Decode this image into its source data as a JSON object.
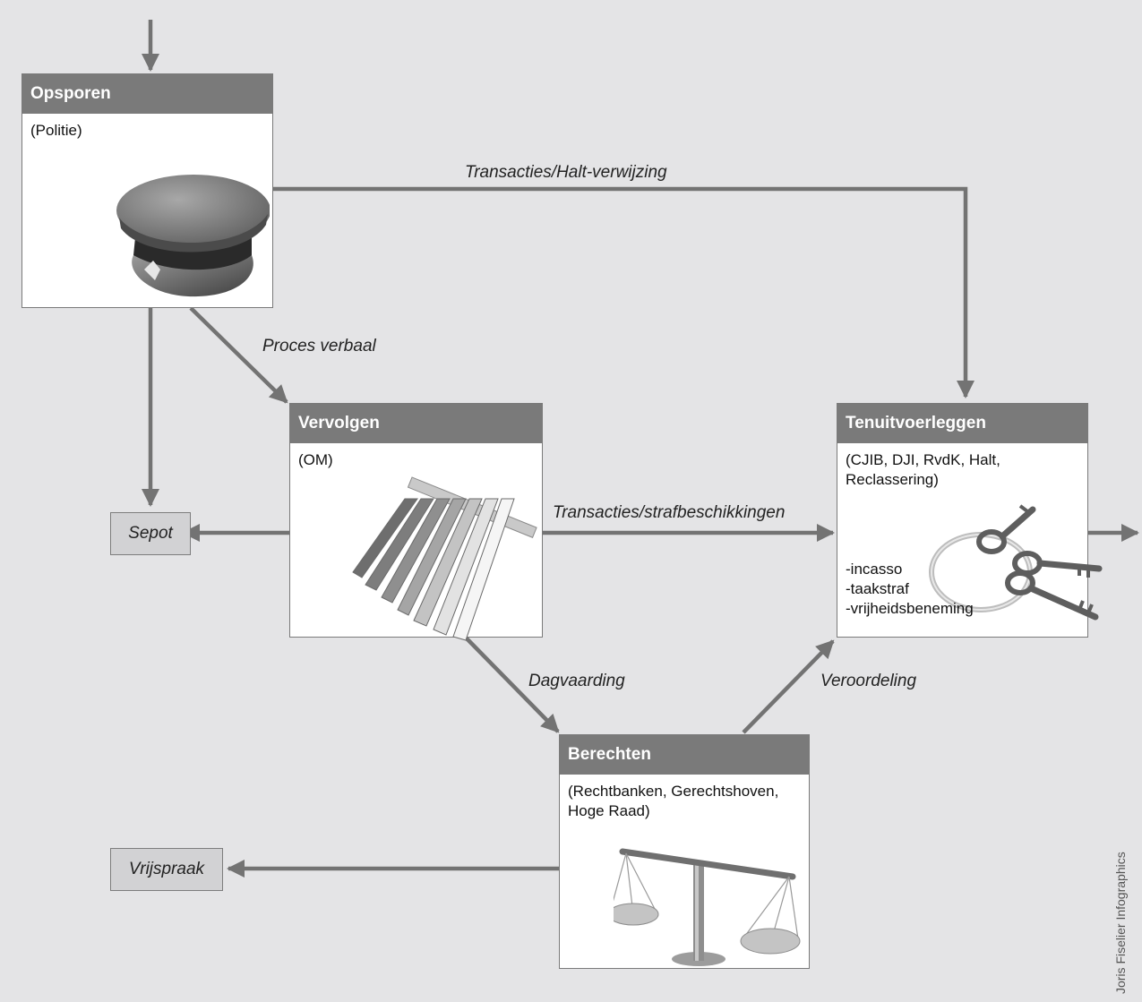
{
  "stages": {
    "opsporen": {
      "title": "Opsporen",
      "actor": "(Politie)"
    },
    "vervolgen": {
      "title": "Vervolgen",
      "actor": "(OM)"
    },
    "tenuitvoerleggen": {
      "title": "Tenuitvoerleggen",
      "actor": "(CJIB, DJI, RvdK, Halt,\nReclassering)",
      "items": "-incasso\n-taakstraf\n-vrijheidsbeneming"
    },
    "berechten": {
      "title": "Berechten",
      "actor": "(Rechtbanken, Gerechtshoven,\nHoge Raad)"
    }
  },
  "outcomes": {
    "sepot": "Sepot",
    "vrijspraak": "Vrijspraak"
  },
  "flows": {
    "transacties_halt": "Transacties/Halt-verwijzing",
    "proces_verbaal": "Proces verbaal",
    "transacties_straf": "Transacties/strafbeschikkingen",
    "dagvaarding": "Dagvaarding",
    "veroordeling": "Veroordeling"
  },
  "credit": "Joris Fiselier Infographics",
  "icons": {
    "opsporen": "police-cap-icon",
    "vervolgen": "paper-sheets-icon",
    "tenuitvoerleggen": "keys-icon",
    "berechten": "scales-icon"
  },
  "colors": {
    "background": "#e4e4e6",
    "header": "#7a7a7a",
    "arrow": "#737373",
    "outcome": "#d2d2d4"
  }
}
